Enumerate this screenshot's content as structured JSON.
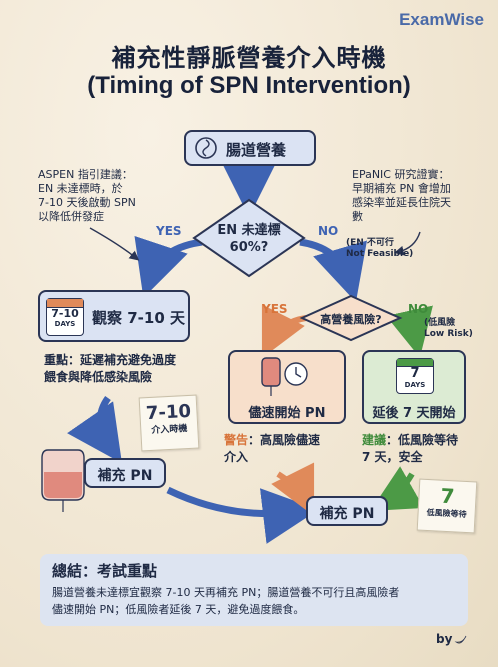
{
  "brand": "ExamWise",
  "title": {
    "line1": "補充性靜脈營養介入時機",
    "line2": "(Timing of SPN Intervention)"
  },
  "start_node": "腸道營養",
  "aspen_note": {
    "line1": "ASPEN 指引建議：",
    "line2": "EN 未達標時，於",
    "line3": "7-10 天後啟動 SPN",
    "line4": "以降低併發症"
  },
  "epanic_note": {
    "line1": "EPaNIC 研究證實：",
    "line2": "早期補充 PN 會增加",
    "line3": "感染率並延長住院天",
    "line4": "數"
  },
  "decision1": {
    "line1": "EN 未達標",
    "line2": "60%?"
  },
  "yes_label": "YES",
  "no_label": "NO",
  "not_feasible": {
    "line1": "(EN 不可行",
    "line2": "Not Feasible)"
  },
  "observe": {
    "cal_top": "7-10",
    "cal_bottom": "DAYS",
    "text": "觀察 7-10 天",
    "focus_label": "重點",
    "focus_line1": "：延遲補充避免過度",
    "focus_line2": "餵食與降低感染風險"
  },
  "sticky_a": {
    "big": "7-10",
    "small": "介入時機"
  },
  "decision2": "高營養風險?",
  "yes2": "YES",
  "no2": "NO",
  "low_risk": {
    "line1": "(低風險",
    "line2": "Low Risk)"
  },
  "high_risk": {
    "text": "儘速開始 PN",
    "warn_label": "警告",
    "warn_line1": "：高風險儘速",
    "warn_line2": "介入"
  },
  "low_branch": {
    "cal_top": "7",
    "cal_bottom": "DAYS",
    "text": "延後 7 天開始",
    "adv_label": "建議",
    "adv_line1": "：低風險等待",
    "adv_line2": "7 天，安全"
  },
  "sticky_b": {
    "big": "7",
    "small": "低風險等待"
  },
  "supplement_left": "補充 PN",
  "supplement_center": "補充 PN",
  "summary": {
    "heading": "總結：考試重點",
    "line1": "腸道營養未達標宜觀察 7-10 天再補充 PN；腸道營養不可行且高風險者",
    "line2": "儘速開始 PN；低風險者延後 7 天，避免過度餵食。"
  },
  "footer": "by",
  "colors": {
    "navy": "#2b3555",
    "blue": "#3e63b3",
    "orange": "#d8743a",
    "green": "#3f8b3b",
    "box_blue": "#dbe3f3",
    "box_orange": "#f7dfcb",
    "box_green": "#dcebd3",
    "pn_bag": "#e08a7e"
  }
}
